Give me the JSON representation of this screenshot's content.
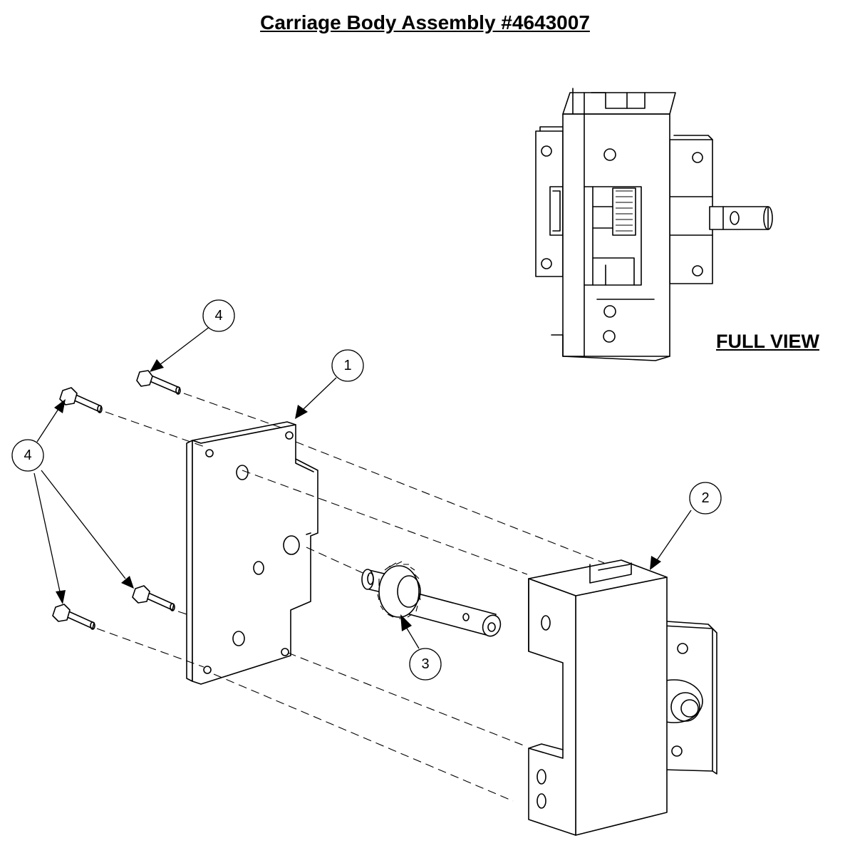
{
  "title": "Carriage Body Assembly #4643007",
  "full_view_label": "FULL VIEW",
  "callouts": [
    {
      "id": "balloon-1",
      "label": "1",
      "part": "carriage-plate"
    },
    {
      "id": "balloon-2",
      "label": "2",
      "part": "carriage-body"
    },
    {
      "id": "balloon-3",
      "label": "3",
      "part": "gear-shaft"
    },
    {
      "id": "balloon-4-top",
      "label": "4",
      "part": "screw"
    },
    {
      "id": "balloon-4-left",
      "label": "4",
      "part": "screw"
    }
  ]
}
